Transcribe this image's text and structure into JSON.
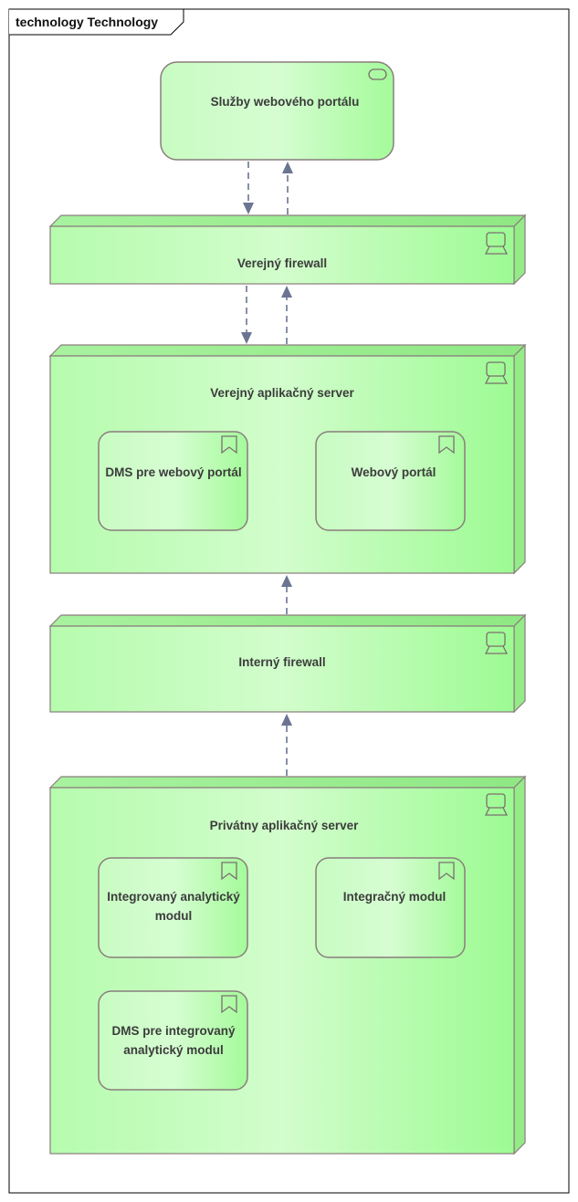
{
  "frame": {
    "title": "technology Technology"
  },
  "service": {
    "label": "Služby webového portálu",
    "icon": "technology-service-icon"
  },
  "nodes": [
    {
      "key": "public-firewall",
      "label": "Verejný firewall",
      "icon": "device-icon"
    },
    {
      "key": "public-app-server",
      "label": "Verejný aplikačný server",
      "icon": "device-icon"
    },
    {
      "key": "internal-firewall",
      "label": "Interný firewall",
      "icon": "device-icon"
    },
    {
      "key": "private-app-server",
      "label": "Privátny aplikačný server",
      "icon": "device-icon"
    }
  ],
  "artifacts": [
    {
      "key": "dms-web-portal",
      "lines": [
        "DMS pre webový portál"
      ],
      "icon": "artifact-icon"
    },
    {
      "key": "web-portal",
      "lines": [
        "Webový portál"
      ],
      "icon": "artifact-icon"
    },
    {
      "key": "integrated-analytics",
      "lines": [
        "Integrovaný analytický",
        "modul"
      ],
      "icon": "artifact-icon"
    },
    {
      "key": "integration-module",
      "lines": [
        "Integračný modul"
      ],
      "icon": "artifact-icon"
    },
    {
      "key": "dms-integrated-analytics",
      "lines": [
        "DMS pre integrovaný",
        "analytický modul"
      ],
      "icon": "artifact-icon"
    }
  ],
  "colors": {
    "node_fill_light": "#d6fdd2",
    "node_fill_dark": "#9dfb93",
    "stroke": "#8a7d7d",
    "connector": "#6b7591",
    "frame": "#000000"
  }
}
